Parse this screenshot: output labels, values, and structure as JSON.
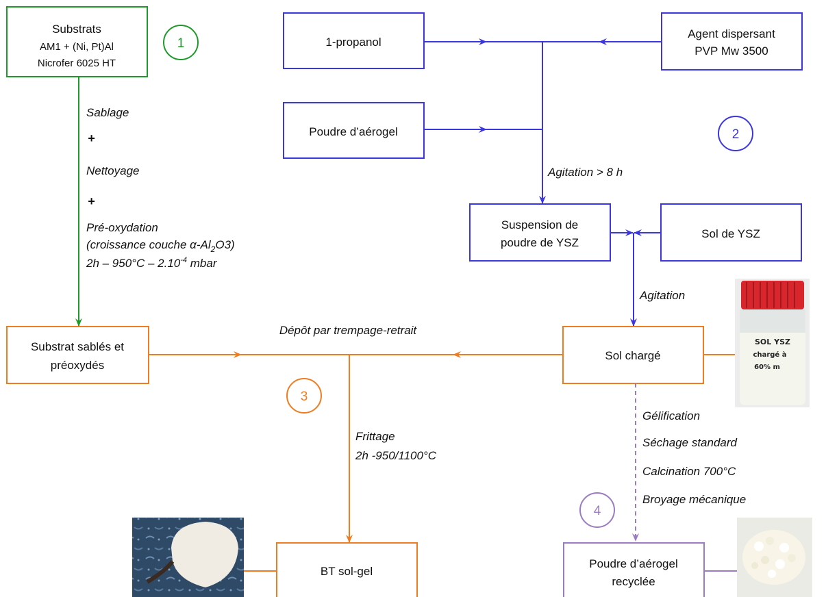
{
  "colors": {
    "green": "#1e9a2a",
    "blue": "#3b36e0",
    "orange": "#f07c22",
    "purple": "#9b7cc0",
    "text": "#111111"
  },
  "steps": {
    "s1": "1",
    "s2": "2",
    "s3": "3",
    "s4": "4"
  },
  "boxes": {
    "substrats": [
      "Substrats",
      "AM1 + (Ni, Pt)Al",
      "Nicrofer 6025 HT"
    ],
    "propanol": [
      "1-propanol"
    ],
    "dispersant": [
      "Agent dispersant",
      "PVP Mw 3500"
    ],
    "poudre_aerogel": [
      "Poudre d’aérogel"
    ],
    "suspension": [
      "Suspension de",
      "poudre de YSZ"
    ],
    "sol_ysz": [
      "Sol de YSZ"
    ],
    "substrat_sables": [
      "Substrat sablés et",
      "préoxydés"
    ],
    "sol_charge": [
      "Sol chargé"
    ],
    "bt_solgel": [
      "BT sol-gel"
    ],
    "poudre_recyclee": [
      "Poudre d’aérogel",
      "recyclée"
    ]
  },
  "labels": {
    "sablage": "Sablage",
    "plus1": "+",
    "nettoyage": "Nettoyage",
    "plus2": "+",
    "preoxydation": "Pré-oxydation",
    "croissance_prefix": "(croissance couche α-Al",
    "croissance_sub": "2",
    "croissance_suffix": "O3)",
    "conditions_prefix": "2h – 950°C – 2.10",
    "conditions_sup": "-4",
    "conditions_suffix": " mbar",
    "agitation_8h": "Agitation > 8 h",
    "agitation": "Agitation",
    "depot": "Dépôt par trempage-retrait",
    "frittage": "Frittage",
    "frittage_temp": "2h -950/1100°C",
    "gelification": "Gélification",
    "sechage": "Séchage standard",
    "calcination": "Calcination 700°C",
    "broyage": "Broyage mécanique"
  },
  "photos": {
    "sol_jar_text": [
      "SOL YSZ",
      "chargé à",
      "60% m"
    ]
  }
}
